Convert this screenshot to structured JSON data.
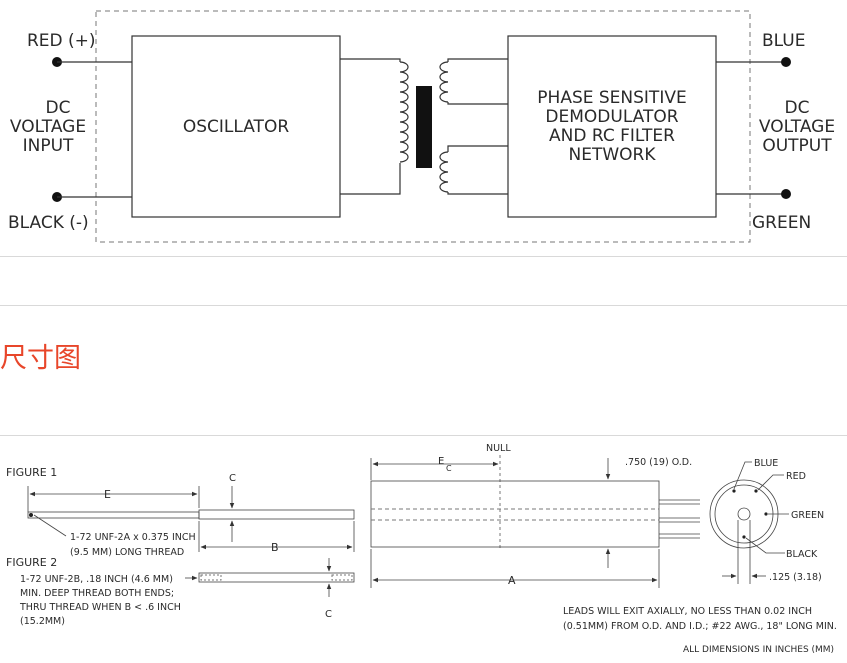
{
  "block_diagram": {
    "inputs": {
      "red": "RED (+)",
      "black": "BLACK (-)",
      "dc_line1": "DC",
      "dc_line2": "VOLTAGE",
      "dc_line3": "INPUT"
    },
    "outputs": {
      "blue": "BLUE",
      "green": "GREEN",
      "dc_line1": "DC",
      "dc_line2": "VOLTAGE",
      "dc_line3": "OUTPUT"
    },
    "oscillator": "OSCILLATOR",
    "demod_line1": "PHASE SENSITIVE",
    "demod_line2": "DEMODULATOR",
    "demod_line3": "AND RC FILTER",
    "demod_line4": "NETWORK"
  },
  "section_title": "尺寸图",
  "dimension_drawing": {
    "figure1": "FIGURE 1",
    "figure2": "FIGURE 2",
    "dim_e": "E",
    "dim_c": "C",
    "dim_b": "B",
    "dim_a": "A",
    "dim_ec": "E",
    "dim_ec_sub": "C",
    "null_label": "NULL",
    "od_label": ".750 (19) O.D.",
    "thread1_line1": "1-72 UNF-2A x 0.375 INCH",
    "thread1_line2": "(9.5 MM) LONG THREAD",
    "thread2_line1": "1-72 UNF-2B, .18 INCH (4.6 MM)",
    "thread2_line2": "MIN. DEEP THREAD BOTH ENDS;",
    "thread2_line3": "THRU THREAD WHEN B < .6 INCH",
    "thread2_line4": "(15.2MM)",
    "lead_blue": "BLUE",
    "lead_red": "RED",
    "lead_green": "GREEN",
    "lead_black": "BLACK",
    "pin_dim": ".125 (3.18)",
    "leads_note1": "LEADS WILL EXIT AXIALLY, NO LESS THAN 0.02 INCH",
    "leads_note2": "(0.51MM) FROM O.D. AND I.D.; #22 AWG., 18\" LONG MIN.",
    "all_dims": "ALL DIMENSIONS IN INCHES (MM)"
  }
}
